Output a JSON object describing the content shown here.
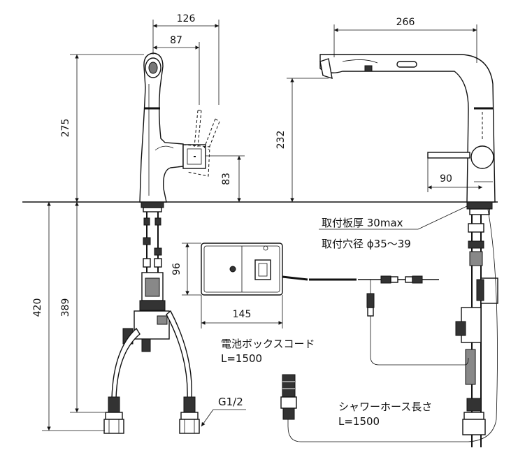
{
  "dimensions": {
    "d126": "126",
    "d87": "87",
    "d266": "266",
    "d275": "275",
    "d232": "232",
    "d83": "83",
    "d90": "90",
    "d96": "96",
    "d145": "145",
    "d420": "420",
    "d389": "389"
  },
  "annotations": {
    "mount_plate": "取付板厚 30max",
    "mount_hole": "取付穴径 ϕ35～39",
    "battery_box_cord": "電池ボックスコード",
    "battery_cord_length": "L=1500",
    "shower_hose": "シャワーホース長さ",
    "shower_hose_length": "L=1500",
    "thread": "G1/2"
  }
}
